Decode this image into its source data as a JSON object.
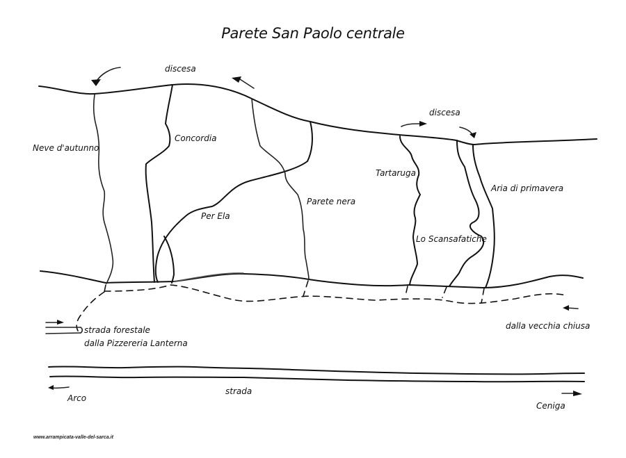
{
  "title": "Parete San Paolo centrale",
  "footer": {
    "website": "www.arrampicata-valle-del-sarca.it"
  },
  "descents": [
    {
      "label": "discesa",
      "position": "left"
    },
    {
      "label": "discesa",
      "position": "right"
    }
  ],
  "routes": [
    {
      "name": "Neve d'autunno"
    },
    {
      "name": "Concordia"
    },
    {
      "name": "Per Ela"
    },
    {
      "name": "Parete nera"
    },
    {
      "name": "Tartaruga"
    },
    {
      "name": "Lo Scansafatiche"
    },
    {
      "name": "Aria di primavera"
    }
  ],
  "access": {
    "forest_road_line1": "strada forestale",
    "forest_road_line2": "dalla Pizzereria Lanterna",
    "old_gate": "dalla vecchia  chiusa"
  },
  "road": {
    "label": "strada",
    "left_destination": "Arco",
    "right_destination": "Ceniga"
  },
  "icons": {
    "arrow_left": "arrow-left-icon",
    "arrow_right": "arrow-right-icon",
    "arrow_curved": "curved-arrow-icon"
  },
  "colors": {
    "ink": "#111111",
    "background": "#ffffff"
  }
}
